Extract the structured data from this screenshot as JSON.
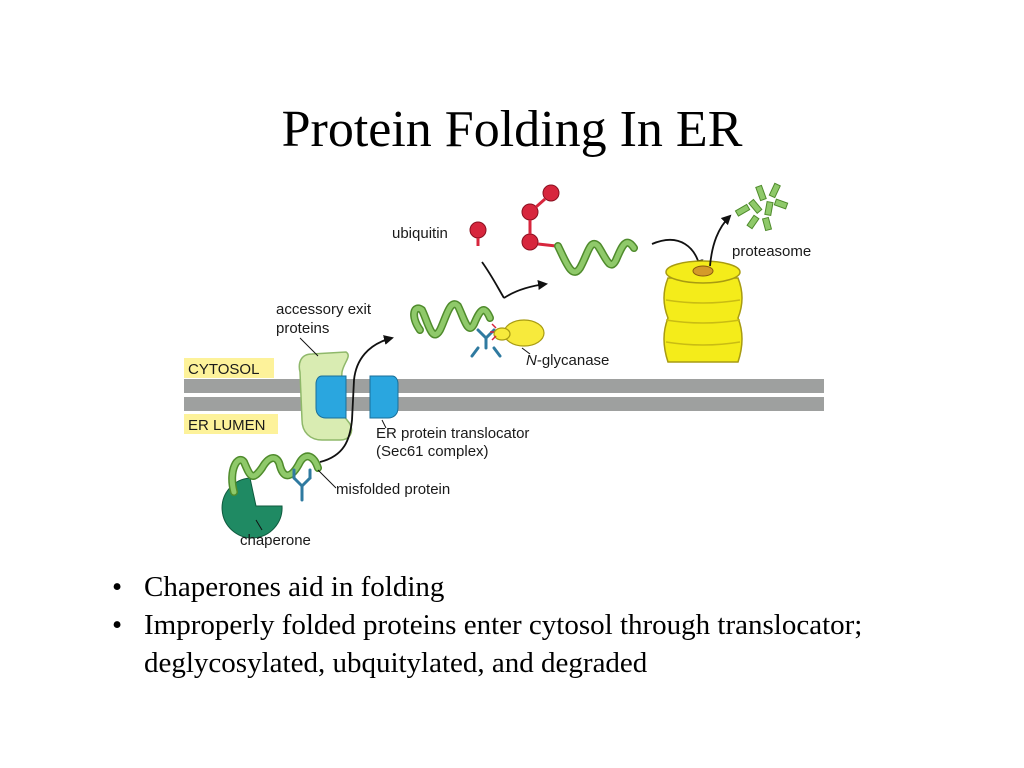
{
  "slide": {
    "title": "Protein Folding In ER"
  },
  "diagram": {
    "labels": {
      "ubiquitin": "ubiquitin",
      "proteasome": "proteasome",
      "accessory_line1": "accessory exit",
      "accessory_line2": "proteins",
      "glycanase_italic": "N",
      "glycanase_rest": "-glycanase",
      "cytosol": "CYTOSOL",
      "er_lumen": "ER LUMEN",
      "translocator_line1": "ER protein translocator",
      "translocator_line2": "(Sec61 complex)",
      "misfolded": "misfolded protein",
      "chaperone": "chaperone"
    },
    "colors": {
      "membrane": "#9ea09f",
      "compartment_label_bg": "#fdf29a",
      "protein": "#8fc96a",
      "protein_outline": "#4f8b2c",
      "accessory": "#d9ecb2",
      "translocator": "#2aa6df",
      "ubiquitin": "#d7263d",
      "glycanase": "#f7ea3c",
      "proteasome": "#f4ec1a",
      "chaperone": "#1f8a63",
      "glycan": "#2f7aa0"
    }
  },
  "bullets": [
    {
      "marker": "•",
      "text": "Chaperones aid in folding"
    },
    {
      "marker": "•",
      "text": "Improperly folded proteins enter cytosol through translocator; deglycosylated, ubquitylated, and degraded"
    }
  ]
}
